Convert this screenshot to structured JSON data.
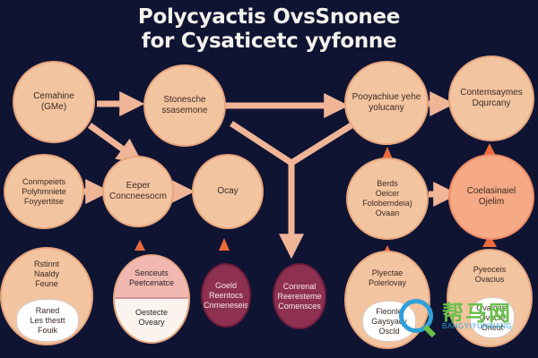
{
  "title": {
    "line1": "Polycyactis OvsSnonee",
    "line2": "for Cysaticetc yyfonne"
  },
  "nodes": {
    "n1": {
      "lines": [
        "Cemahine",
        "(GMe)"
      ]
    },
    "n2": {
      "lines": [
        "Stonesche",
        "ssasemone"
      ]
    },
    "n3": {
      "lines": [
        "Pooyachiue yehe",
        "yolucany"
      ]
    },
    "n4": {
      "lines": [
        "Contemsaymes",
        "Dqurcany"
      ]
    },
    "n5": {
      "lines": [
        "Conmpeiets",
        "Polyhmniete",
        "Foyyertitse"
      ]
    },
    "n6": {
      "lines": [
        "Eeper",
        "Concneesocm"
      ]
    },
    "n7": {
      "lines": [
        "Ocay"
      ]
    },
    "n8": {
      "lines": [
        "Berds",
        "Oeicer",
        "Foloberndeia)",
        "Ovaan"
      ]
    },
    "n9": {
      "lines": [
        "Coelasinaiel",
        "Ojelim"
      ]
    },
    "n10": {
      "top": [
        "Rstinnt",
        "Naaldy",
        "Feune"
      ],
      "inner": [
        "Raned",
        "Les thestt",
        "Fouik"
      ]
    },
    "n11": {
      "top": [
        "Senceuts",
        "Peetcenatce"
      ],
      "bottom": [
        "Oestecte",
        "Oveary"
      ]
    },
    "n12": {
      "lines": [
        "Goeld",
        "Reentocs",
        "Cnmeneseis"
      ]
    },
    "n13": {
      "lines": [
        "Conrenal",
        "Reeresteme",
        "Comensces"
      ]
    },
    "n14": {
      "lines": [
        "Plyectae",
        "Polerlovay"
      ],
      "inner": [
        "Fleonle",
        "Gaysyacy",
        "Oscld"
      ]
    },
    "n15": {
      "lines": [
        "Pyeoceis",
        "Ovacius"
      ],
      "inner": [
        "Ovalonia",
        "Ovecte",
        "Orleut"
      ]
    }
  },
  "watermark": {
    "cn": "帮马网",
    "en": "BANGYIYUNWANG"
  },
  "colors": {
    "background": "#0f1433",
    "peach": "#f3c4a0",
    "maroon": "#8e3050",
    "arrow": "#f0b497",
    "accent_arrow": "#ee6a3c"
  }
}
